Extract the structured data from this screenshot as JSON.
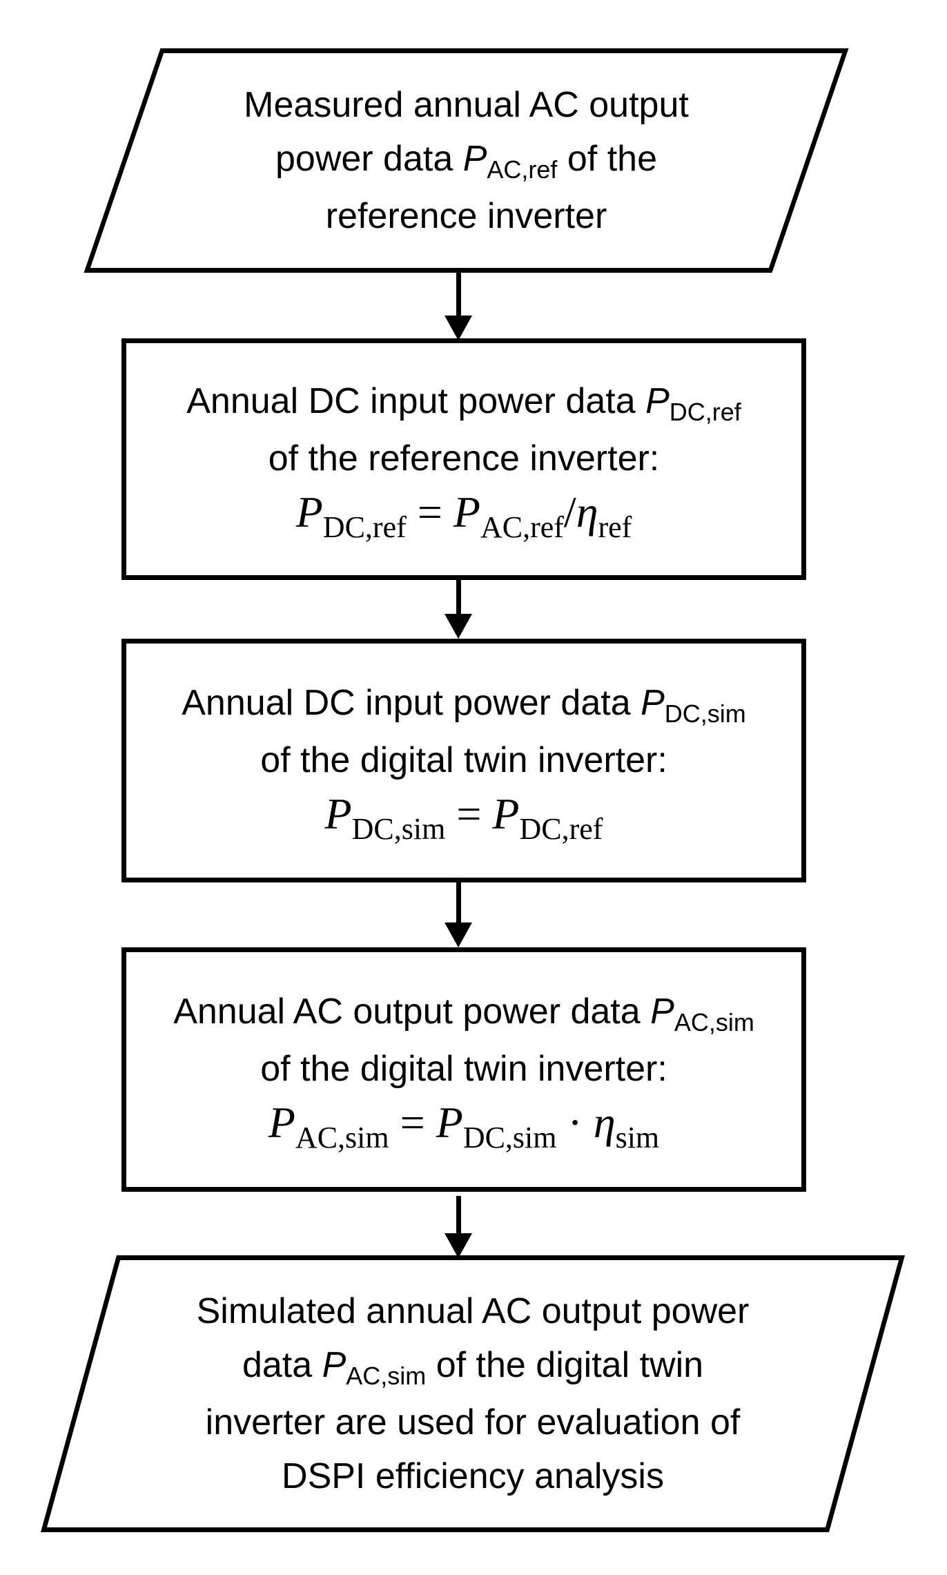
{
  "colors": {
    "stroke": "#000000",
    "background": "#ffffff"
  },
  "nodes": [
    {
      "id": "measured-ac-output",
      "shape": "parallelogram",
      "lines": [
        {
          "segments": [
            {
              "text": "Measured annual AC output",
              "role": "plain"
            }
          ]
        },
        {
          "segments": [
            {
              "text": "power data ",
              "role": "plain"
            },
            {
              "text": "P",
              "role": "var"
            },
            {
              "text": "AC,ref",
              "role": "sub"
            },
            {
              "text": " of the",
              "role": "plain"
            }
          ]
        },
        {
          "segments": [
            {
              "text": "reference inverter",
              "role": "plain"
            }
          ]
        }
      ]
    },
    {
      "id": "annual-dc-input-ref",
      "shape": "rectangle",
      "lines": [
        {
          "segments": [
            {
              "text": "Annual DC input power data ",
              "role": "plain"
            },
            {
              "text": "P",
              "role": "var"
            },
            {
              "text": "DC,ref",
              "role": "sub"
            }
          ]
        },
        {
          "segments": [
            {
              "text": "of the reference inverter:",
              "role": "plain"
            }
          ]
        },
        {
          "segments": [
            {
              "text": "P",
              "role": "fvar"
            },
            {
              "text": "DC,ref",
              "role": "fsub"
            },
            {
              "text": " = ",
              "role": "fop"
            },
            {
              "text": "P",
              "role": "fvar"
            },
            {
              "text": "AC,ref",
              "role": "fsub"
            },
            {
              "text": "/",
              "role": "fop"
            },
            {
              "text": "η",
              "role": "fvar"
            },
            {
              "text": "ref",
              "role": "fsub"
            }
          ]
        }
      ]
    },
    {
      "id": "annual-dc-input-sim",
      "shape": "rectangle",
      "lines": [
        {
          "segments": [
            {
              "text": "Annual DC input power data ",
              "role": "plain"
            },
            {
              "text": "P",
              "role": "var"
            },
            {
              "text": "DC,sim",
              "role": "sub"
            }
          ]
        },
        {
          "segments": [
            {
              "text": "of the digital twin inverter:",
              "role": "plain"
            }
          ]
        },
        {
          "segments": [
            {
              "text": "P",
              "role": "fvar"
            },
            {
              "text": "DC,sim",
              "role": "fsub"
            },
            {
              "text": " = ",
              "role": "fop"
            },
            {
              "text": "P",
              "role": "fvar"
            },
            {
              "text": "DC,ref",
              "role": "fsub"
            }
          ]
        }
      ]
    },
    {
      "id": "annual-ac-output-sim",
      "shape": "rectangle",
      "lines": [
        {
          "segments": [
            {
              "text": "Annual AC output power data ",
              "role": "plain"
            },
            {
              "text": "P",
              "role": "var"
            },
            {
              "text": "AC,sim",
              "role": "sub"
            }
          ]
        },
        {
          "segments": [
            {
              "text": "of the digital twin inverter:",
              "role": "plain"
            }
          ]
        },
        {
          "segments": [
            {
              "text": "P",
              "role": "fvar"
            },
            {
              "text": "AC,sim",
              "role": "fsub"
            },
            {
              "text": " = ",
              "role": "fop"
            },
            {
              "text": "P",
              "role": "fvar"
            },
            {
              "text": "DC,sim",
              "role": "fsub"
            },
            {
              "text": " · ",
              "role": "fop"
            },
            {
              "text": "η",
              "role": "fvar"
            },
            {
              "text": "sim",
              "role": "fsub"
            }
          ]
        }
      ]
    },
    {
      "id": "simulated-output-evaluation",
      "shape": "parallelogram",
      "lines": [
        {
          "segments": [
            {
              "text": "Simulated annual AC output power",
              "role": "plain"
            }
          ]
        },
        {
          "segments": [
            {
              "text": "data ",
              "role": "plain"
            },
            {
              "text": "P",
              "role": "var"
            },
            {
              "text": "AC,sim",
              "role": "sub"
            },
            {
              "text": " of the digital twin",
              "role": "plain"
            }
          ]
        },
        {
          "segments": [
            {
              "text": "inverter are used for evaluation of",
              "role": "plain"
            }
          ]
        },
        {
          "segments": [
            {
              "text": "DSPI efficiency analysis",
              "role": "plain"
            }
          ]
        }
      ]
    }
  ],
  "arrows": [
    {
      "from": "measured-ac-output",
      "to": "annual-dc-input-ref",
      "direction": "down"
    },
    {
      "from": "annual-dc-input-ref",
      "to": "annual-dc-input-sim",
      "direction": "down"
    },
    {
      "from": "annual-dc-input-sim",
      "to": "annual-ac-output-sim",
      "direction": "down"
    },
    {
      "from": "annual-ac-output-sim",
      "to": "simulated-output-evaluation",
      "direction": "down"
    }
  ]
}
